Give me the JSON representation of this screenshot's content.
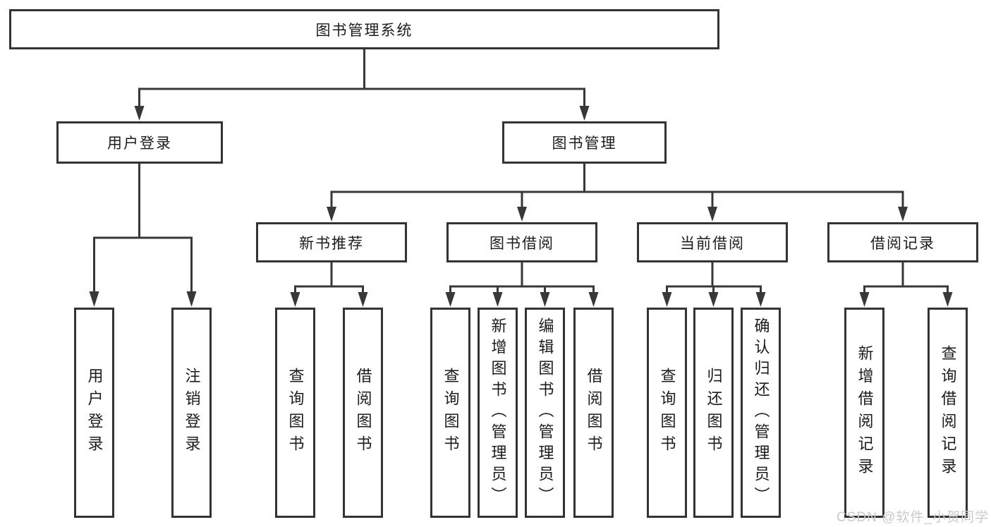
{
  "tree": {
    "root": "图书管理系统",
    "children": [
      {
        "label": "用户登录",
        "children": [
          {
            "label": "用户登录"
          },
          {
            "label": "注销登录"
          }
        ]
      },
      {
        "label": "图书管理",
        "children": [
          {
            "label": "新书推荐",
            "children": [
              {
                "label": "查询图书"
              },
              {
                "label": "借阅图书"
              }
            ]
          },
          {
            "label": "图书借阅",
            "children": [
              {
                "label": "查询图书"
              },
              {
                "label": "新增图书（管理员）"
              },
              {
                "label": "编辑图书（管理员）"
              },
              {
                "label": "借阅图书"
              }
            ]
          },
          {
            "label": "当前借阅",
            "children": [
              {
                "label": "查询图书"
              },
              {
                "label": "归还图书"
              },
              {
                "label": "确认归还（管理员）"
              }
            ]
          },
          {
            "label": "借阅记录",
            "children": [
              {
                "label": "新增借阅记录"
              },
              {
                "label": "查询借阅记录"
              }
            ]
          }
        ]
      }
    ]
  },
  "watermark": {
    "text": "CSDN @软件_小贺同学",
    "color": "#cbcbcb"
  },
  "colors": {
    "background": "#ffffff",
    "line": "#383838",
    "border": "#333333",
    "text": "#1c1c1c"
  }
}
